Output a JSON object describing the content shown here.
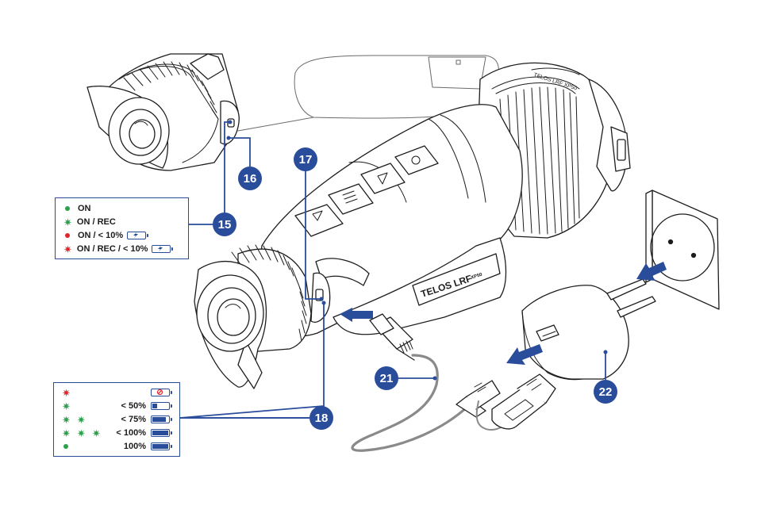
{
  "colors": {
    "accent": "#2a4d9b",
    "indicator_green": "#2aa14a",
    "indicator_red": "#e0262b",
    "line_art": "#1d1d1d"
  },
  "callouts": {
    "c15": "15",
    "c16": "16",
    "c17": "17",
    "c18": "18",
    "c21": "21",
    "c22": "22"
  },
  "device_text": {
    "model": "TELOS LRF",
    "model_suffix": "XP50"
  },
  "legend_power": {
    "rows": [
      {
        "indicator": "green-dot",
        "label": "ON"
      },
      {
        "indicator": "green-star",
        "label": "ON / REC"
      },
      {
        "indicator": "red-dot",
        "label": "ON / < 10%",
        "icon": "battery-charging-icon"
      },
      {
        "indicator": "red-star",
        "label": "ON / REC / < 10%",
        "icon": "battery-charging-icon"
      }
    ]
  },
  "legend_charge": {
    "rows": [
      {
        "indicator": "red-star",
        "label": "",
        "icon": "battery-fault-icon",
        "level": 0
      },
      {
        "indicator": "green-star",
        "label": "< 50%",
        "icon": "battery-icon",
        "level": 0.25
      },
      {
        "indicator": "green-star x2",
        "label": "< 75%",
        "icon": "battery-icon",
        "level": 0.75
      },
      {
        "indicator": "green-star x3",
        "label": "< 100%",
        "icon": "battery-icon",
        "level": 0.9
      },
      {
        "indicator": "green-dot",
        "label": "100%",
        "icon": "battery-icon",
        "level": 1.0
      }
    ]
  }
}
